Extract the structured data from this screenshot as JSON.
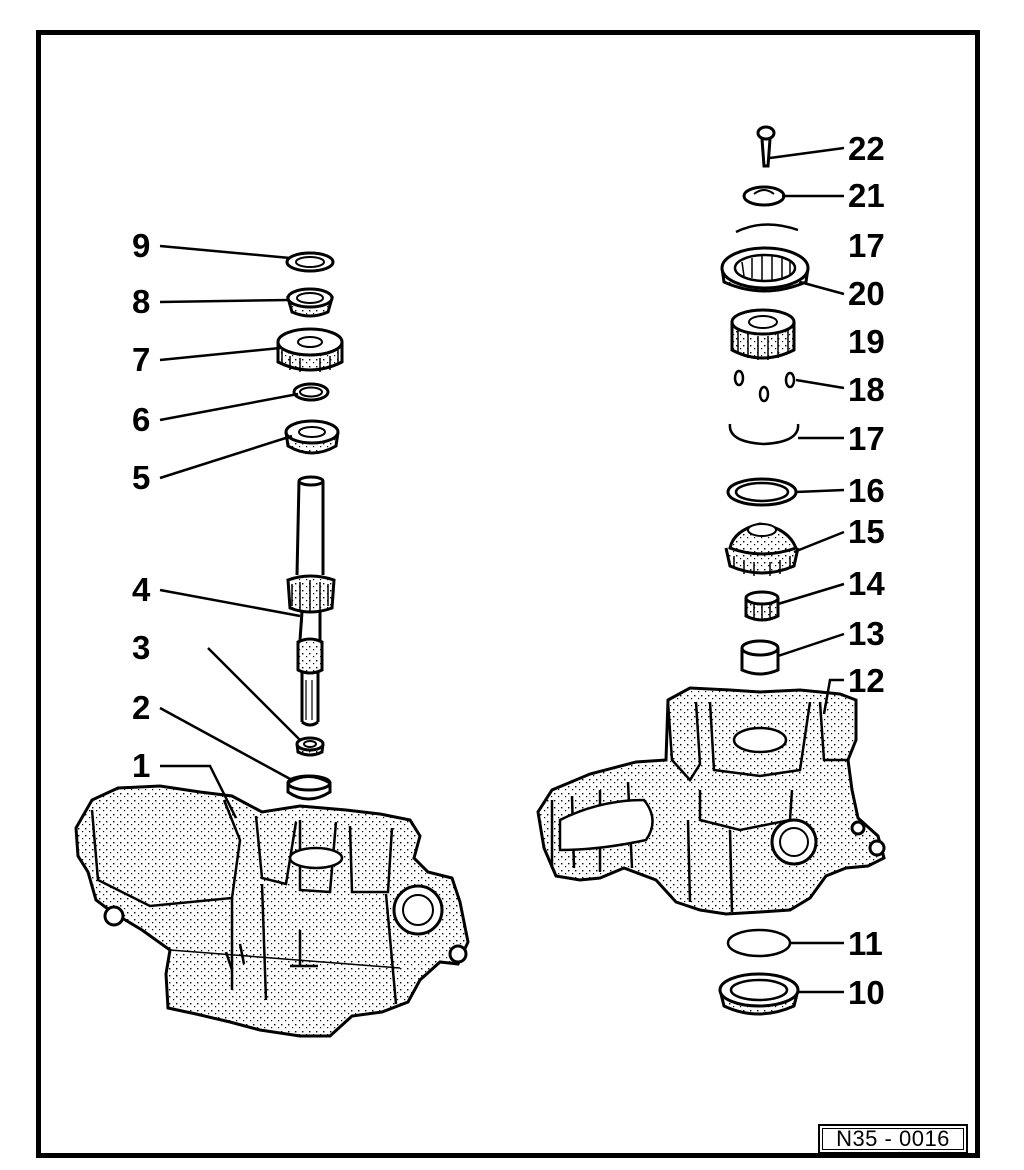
{
  "diagram": {
    "reference_code": "N35 - 0016",
    "left_callouts": [
      "9",
      "8",
      "7",
      "6",
      "5",
      "4",
      "3",
      "2",
      "1"
    ],
    "right_callouts": [
      "22",
      "21",
      "17",
      "20",
      "19",
      "18",
      "17",
      "16",
      "15",
      "14",
      "13",
      "12",
      "11",
      "10"
    ],
    "colors": {
      "line": "#000000",
      "background": "#ffffff"
    }
  }
}
